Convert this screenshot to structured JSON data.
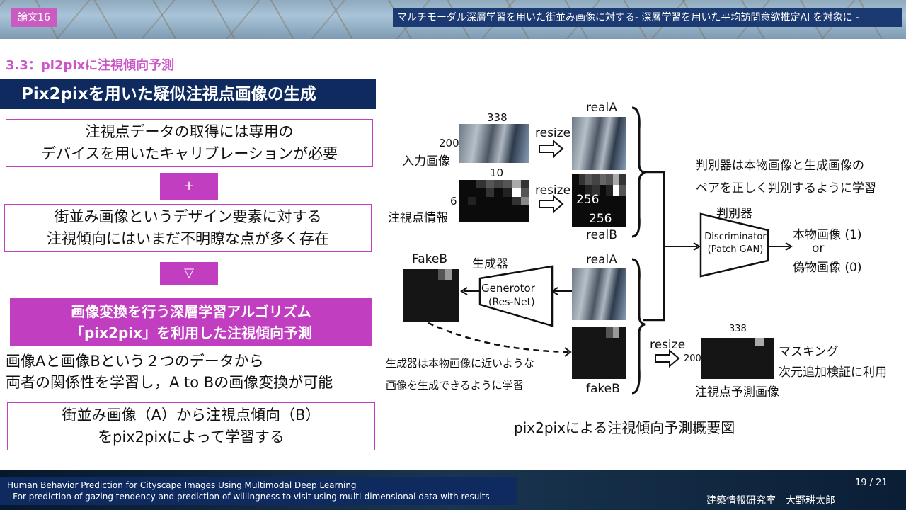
{
  "header": {
    "badge": "論文16",
    "title": "マルチモーダル深層学習を用いた街並み画像に対する- 深層学習を用いた平均訪問意欲推定AI を対象に -"
  },
  "section": "3.3：pi2pixに注視傾向予測",
  "main_title": "Pix2pixを用いた疑似注視点画像の生成",
  "left": {
    "box1": [
      "注視点データの取得には専用の",
      "デバイスを用いたキャリブレーションが必要"
    ],
    "plus": "+",
    "box2": [
      "街並み画像というデザイン要素に対する",
      "注視傾向にはいまだ不明瞭な点が多く存在"
    ],
    "therefore": "▽",
    "highlight": [
      "画像変換を行う深層学習アルゴリズム",
      "「pix2pix」を利用した注視傾向予測"
    ],
    "desc": [
      "画像Aと画像Bという２つのデータから",
      "両者の関係性を学習し，A to Bの画像変換が可能"
    ],
    "box3": [
      "街並み画像（A）から注視点傾向（B）",
      "をpix2pixによって学習する"
    ]
  },
  "diagram": {
    "input_w": "338",
    "input_h": "200",
    "input_label": "入力画像",
    "gaze_w": "10",
    "gaze_h": "6",
    "gaze_label": "注視点情報",
    "resize": "resize",
    "realA": "realA",
    "realB": "realB",
    "size256a": "256",
    "size256b": "256",
    "disc_title": "判別器",
    "disc_line1": "Discriminator",
    "disc_line2": "(Patch GAN)",
    "out_real": "本物画像 (1)",
    "out_or": "or",
    "out_fake": "偽物画像 (0)",
    "disc_note": [
      "判別器は本物画像と生成画像の",
      "ペアを正しく判別するように学習"
    ],
    "fakeB_top": "FakeB",
    "gen_title": "生成器",
    "gen_line1": "Generotor",
    "gen_line2": "(Res-Net)",
    "fakeB": "fakeB",
    "gen_note": [
      "生成器は本物画像に近いような",
      "画像を生成できるように学習"
    ],
    "pred_w": "338",
    "pred_h": "200",
    "pred_label": "注視点予測画像",
    "mask": "マスキング",
    "use": "次元追加検証に利用",
    "caption": "pix2pixによる注視傾向予測概要図"
  },
  "footer": {
    "line1": "Human Behavior Prediction for Cityscape Images Using Multimodal Deep Learning",
    "line2": "- For prediction of gazing tendency and prediction of willingness to visit using multi-dimensional data with results-",
    "page": "19 / 21",
    "author": "建築情報研究室　大野耕太郎"
  }
}
